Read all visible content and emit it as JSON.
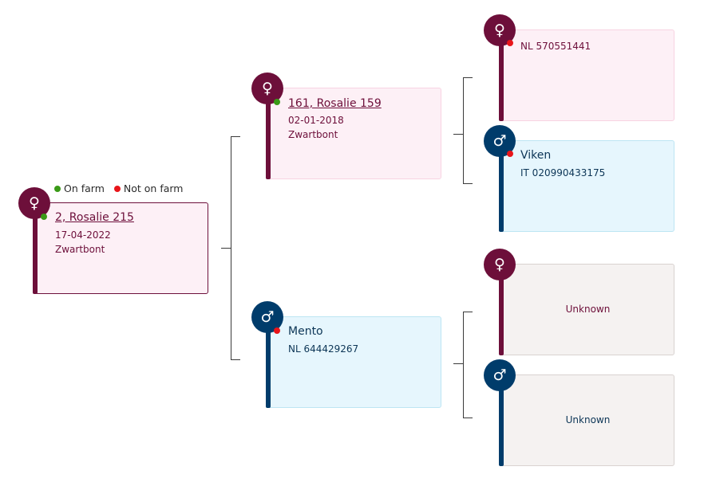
{
  "legend": {
    "on_farm": "On farm",
    "not_on_farm": "Not on farm"
  },
  "colors": {
    "female": "#6d0f3a",
    "male": "#003c6b",
    "on_farm": "#3a9a17",
    "not_on_farm": "#e8151a"
  },
  "icons": {
    "female": "♀",
    "male": "♂"
  },
  "root": {
    "name": "2, Rosalie 215",
    "date": "17-04-2022",
    "breed": "Zwartbont",
    "status": "on_farm"
  },
  "dam": {
    "name": "161, Rosalie 159",
    "date": "02-01-2018",
    "breed": "Zwartbont",
    "status": "on_farm"
  },
  "sire": {
    "name": "Mento",
    "id": "NL 644429267",
    "status": "not_on_farm"
  },
  "dam_dam": {
    "id": "NL 570551441",
    "status": "not_on_farm"
  },
  "dam_sire": {
    "name": "Viken",
    "id": "IT 020990433175",
    "status": "not_on_farm"
  },
  "sire_dam": {
    "label": "Unknown"
  },
  "sire_sire": {
    "label": "Unknown"
  }
}
